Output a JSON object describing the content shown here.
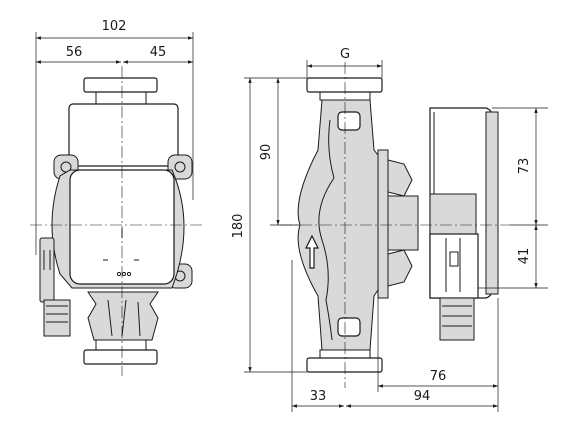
{
  "dimensions": {
    "front_width_total": "102",
    "front_left_to_center": "56",
    "front_center_to_right": "45",
    "side_flange": "G",
    "side_upper": "90",
    "side_total_height": "180",
    "side_motor_upper": "73",
    "side_motor_lower": "41",
    "side_motor_depth": "76",
    "side_left_offset": "33",
    "side_right_offset": "94"
  },
  "colors": {
    "line": "#1a1a1a",
    "fill": "#d9d9d9",
    "background": "#ffffff"
  }
}
